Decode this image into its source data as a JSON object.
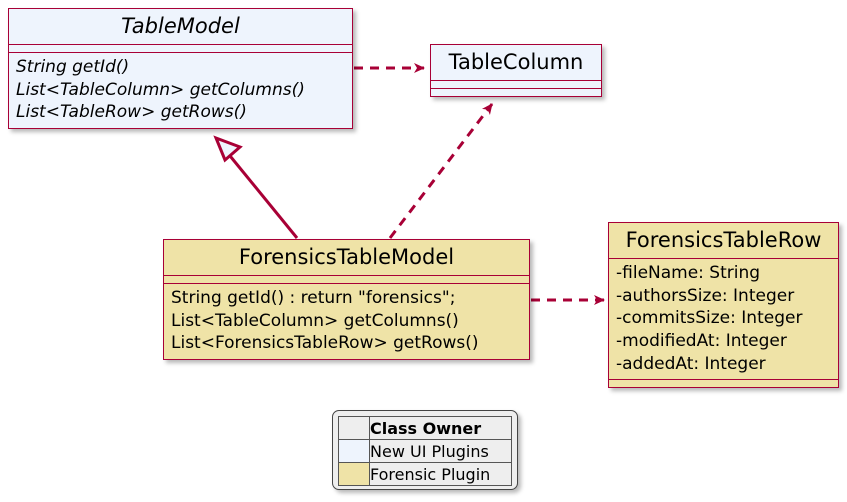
{
  "diagram": {
    "type": "uml-class-diagram",
    "background": "#ffffff",
    "border_color": "#A80036",
    "classes": [
      {
        "id": "TableModel",
        "name": "TableModel",
        "abstract": true,
        "fill": "#EEF4FD",
        "members": [
          "String getId()",
          "List<TableColumn> getColumns()",
          "List<TableRow> getRows()"
        ]
      },
      {
        "id": "TableColumn",
        "name": "TableColumn",
        "abstract": false,
        "fill": "#EEF4FD",
        "members": []
      },
      {
        "id": "ForensicsTableModel",
        "name": "ForensicsTableModel",
        "abstract": false,
        "fill": "#EFE3A7",
        "members": [
          "String getId() : return \"forensics\";",
          "List<TableColumn> getColumns()",
          "List<ForensicsTableRow> getRows()"
        ]
      },
      {
        "id": "ForensicsTableRow",
        "name": "ForensicsTableRow",
        "abstract": false,
        "fill": "#EFE3A7",
        "members": [
          "-fileName: String",
          "-authorsSize: Integer",
          "-commitsSize: Integer",
          "-modifiedAt: Integer",
          "-addedAt: Integer"
        ]
      }
    ],
    "relations": [
      {
        "from": "TableModel",
        "to": "TableColumn",
        "kind": "dependency",
        "style": "dashed",
        "arrow": "open"
      },
      {
        "from": "ForensicsTableModel",
        "to": "TableModel",
        "kind": "generalization",
        "style": "solid",
        "arrow": "hollow-triangle"
      },
      {
        "from": "ForensicsTableModel",
        "to": "TableColumn",
        "kind": "dependency",
        "style": "dashed",
        "arrow": "open"
      },
      {
        "from": "ForensicsTableModel",
        "to": "ForensicsTableRow",
        "kind": "dependency",
        "style": "dashed",
        "arrow": "open"
      }
    ]
  },
  "legend": {
    "header": "Class Owner",
    "rows": [
      {
        "label": "New UI Plugins",
        "color": "#EEF4FD"
      },
      {
        "label": "Forensic Plugin",
        "color": "#EFE3A7"
      }
    ]
  }
}
